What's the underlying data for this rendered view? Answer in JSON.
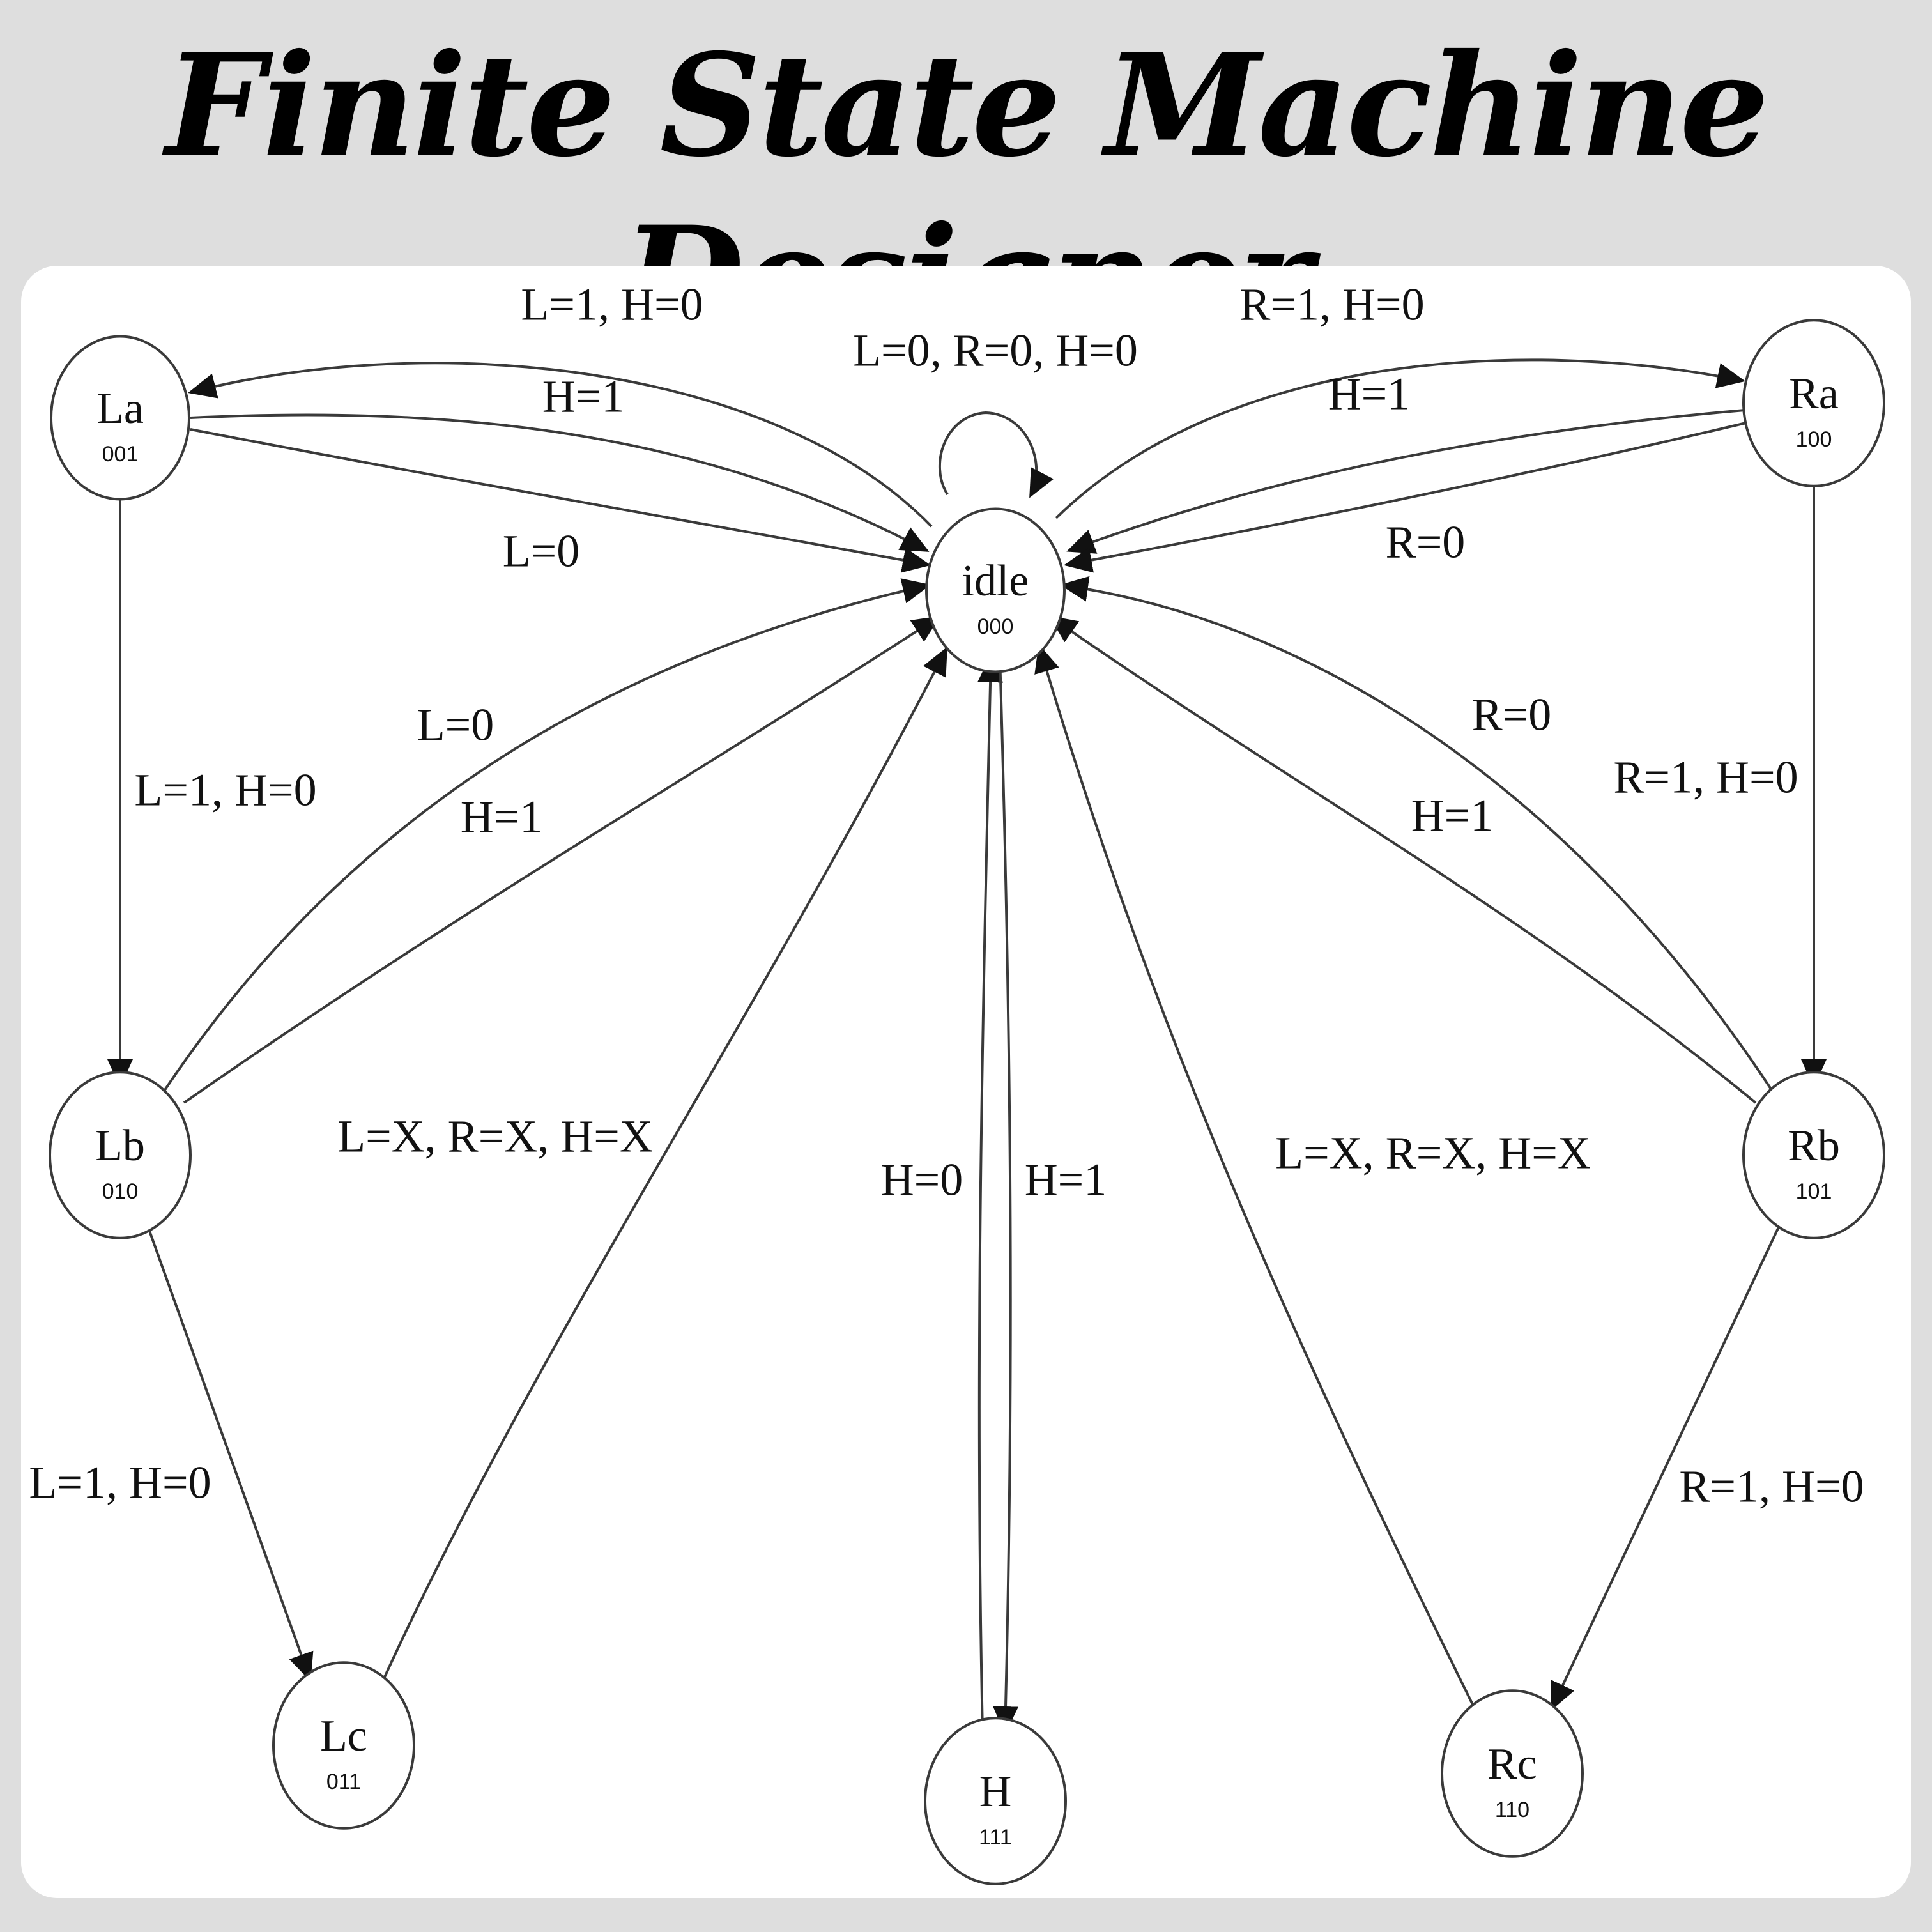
{
  "app": {
    "title": "Finite State Machine Designer"
  },
  "diagram": {
    "states": [
      {
        "id": "idle",
        "name": "idle",
        "code": "000"
      },
      {
        "id": "La",
        "name": "La",
        "code": "001"
      },
      {
        "id": "Lb",
        "name": "Lb",
        "code": "010"
      },
      {
        "id": "Lc",
        "name": "Lc",
        "code": "011"
      },
      {
        "id": "Ra",
        "name": "Ra",
        "code": "100"
      },
      {
        "id": "Rb",
        "name": "Rb",
        "code": "101"
      },
      {
        "id": "Rc",
        "name": "Rc",
        "code": "110"
      },
      {
        "id": "H",
        "name": "H",
        "code": "111"
      }
    ],
    "transitions": [
      {
        "id": "idle-self",
        "from": "idle",
        "to": "idle",
        "label": "L=0, R=0, H=0"
      },
      {
        "id": "idle-La",
        "from": "idle",
        "to": "La",
        "label": "L=1, H=0"
      },
      {
        "id": "La-idle-h",
        "from": "La",
        "to": "idle",
        "label": "H=1"
      },
      {
        "id": "La-idle-l",
        "from": "La",
        "to": "idle",
        "label": "L=0"
      },
      {
        "id": "idle-Ra",
        "from": "idle",
        "to": "Ra",
        "label": "R=1, H=0"
      },
      {
        "id": "Ra-idle-h",
        "from": "Ra",
        "to": "idle",
        "label": "H=1"
      },
      {
        "id": "Ra-idle-r",
        "from": "Ra",
        "to": "idle",
        "label": "R=0"
      },
      {
        "id": "La-Lb",
        "from": "La",
        "to": "Lb",
        "label": "L=1, H=0"
      },
      {
        "id": "Lb-idle-l",
        "from": "Lb",
        "to": "idle",
        "label": "L=0"
      },
      {
        "id": "Lb-idle-h",
        "from": "Lb",
        "to": "idle",
        "label": "H=1"
      },
      {
        "id": "Ra-Rb",
        "from": "Ra",
        "to": "Rb",
        "label": "R=1, H=0"
      },
      {
        "id": "Rb-idle-r",
        "from": "Rb",
        "to": "idle",
        "label": "R=0"
      },
      {
        "id": "Rb-idle-h",
        "from": "Rb",
        "to": "idle",
        "label": "H=1"
      },
      {
        "id": "Lb-Lc",
        "from": "Lb",
        "to": "Lc",
        "label": "L=1, H=0"
      },
      {
        "id": "Lc-idle",
        "from": "Lc",
        "to": "idle",
        "label": "L=X, R=X, H=X"
      },
      {
        "id": "Rb-Rc",
        "from": "Rb",
        "to": "Rc",
        "label": "R=1, H=0"
      },
      {
        "id": "Rc-idle",
        "from": "Rc",
        "to": "idle",
        "label": "L=X, R=X, H=X"
      },
      {
        "id": "H-idle",
        "from": "H",
        "to": "idle",
        "label": "H=0"
      },
      {
        "id": "idle-H",
        "from": "idle",
        "to": "H",
        "label": "H=1"
      }
    ]
  }
}
